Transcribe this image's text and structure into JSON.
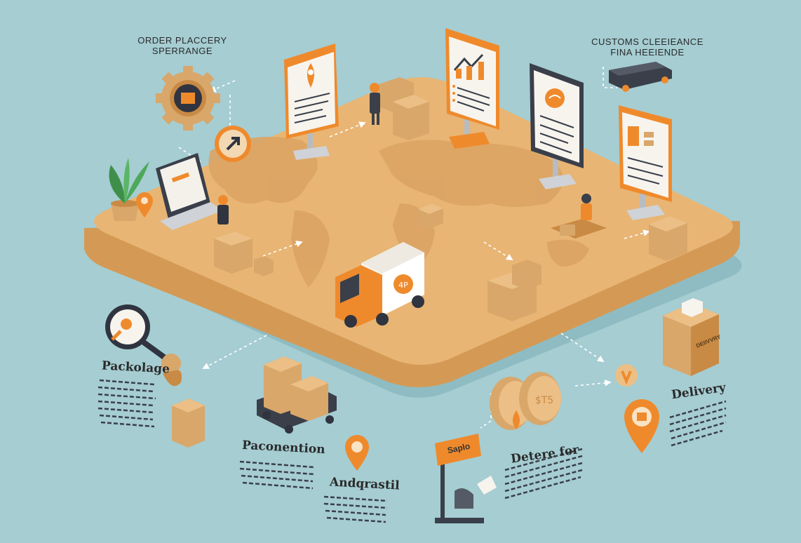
{
  "labels": {
    "order_placement_line1": "ORDER PLACCERY",
    "order_placement_line2": "SPERRANGE",
    "customs_line1": "CUSTOMS CLEEIEANCE",
    "customs_line2": "FINA HEEIENDE",
    "packaging": "Packolage",
    "pacnonention": "Paconention",
    "andqurastil": "Andqrastil",
    "detere_for": "Detere for",
    "delivery": "Delivery",
    "sign_saplo": "Saplo",
    "box_text": "DEIIVVRY"
  },
  "colors": {
    "background": "#a5cdd2",
    "platform_top": "#e8b574",
    "platform_side": "#d49a55",
    "accent_orange": "#ef8a2c",
    "box": "#d9a76a",
    "dark": "#3a3f4a"
  },
  "icons": {
    "gear": "gear-icon",
    "pin": "location-pin-icon",
    "magnifier": "magnifier-icon",
    "truck": "delivery-truck-icon",
    "laptop": "laptop-icon",
    "plant": "plant-icon",
    "coin": "coin-icon",
    "car": "car-icon"
  }
}
